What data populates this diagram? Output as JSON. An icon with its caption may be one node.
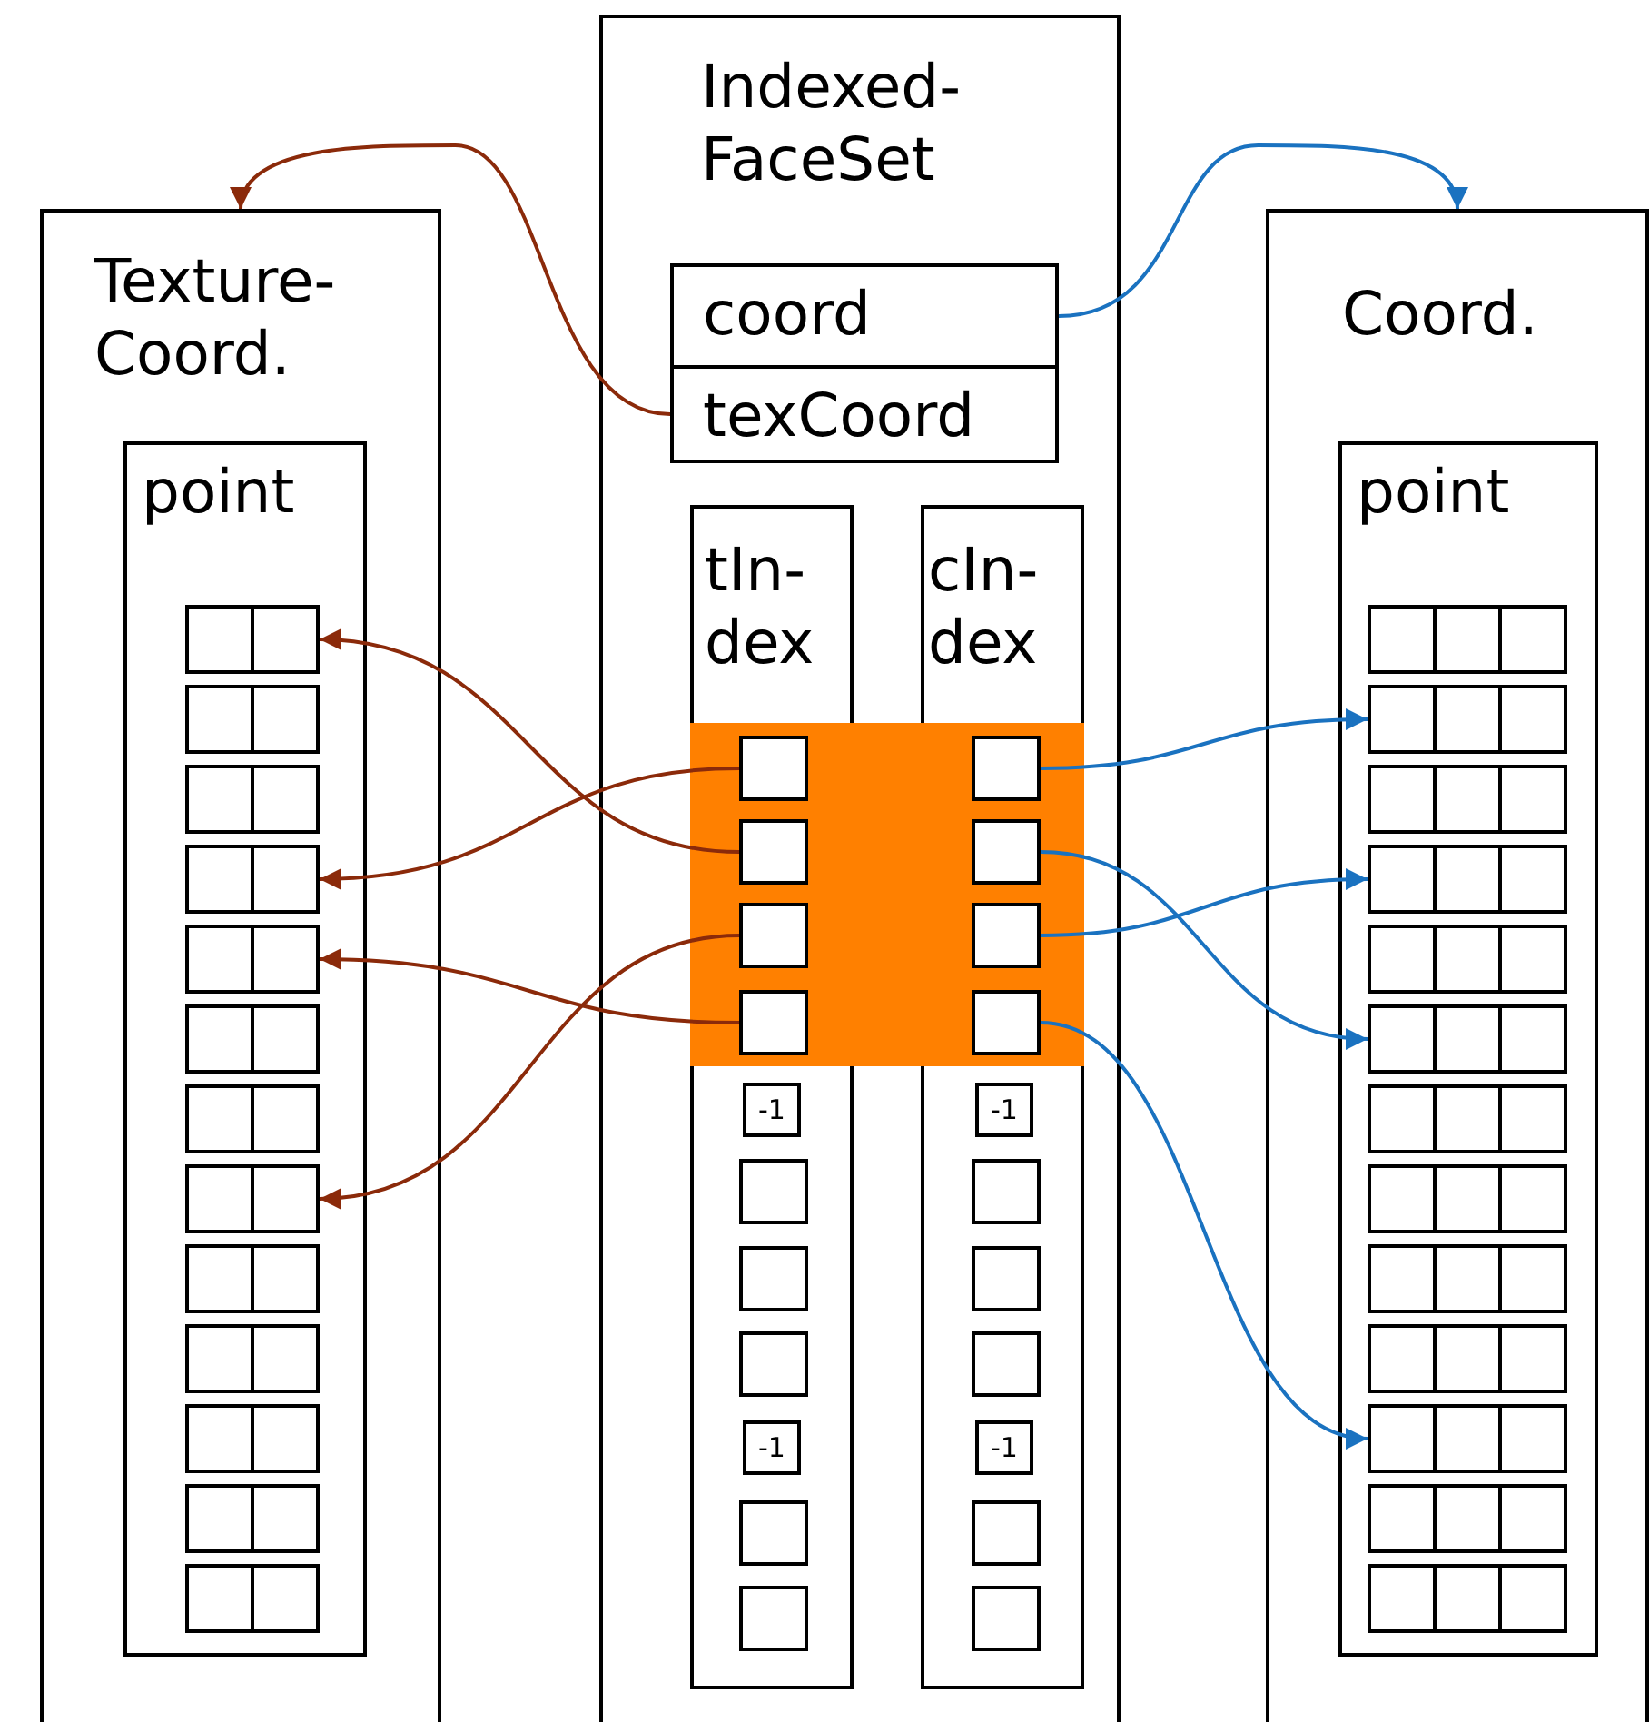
{
  "diagram": {
    "nodes": [
      {
        "text": [
          "Texture- Coord."
        ]
      },
      {
        "text": [
          "point"
        ],
        "in": 0
      },
      {
        "text": [],
        "shape": "box",
        "in": 1
      },
      {
        "text": [],
        "shape": "box",
        "in": 1
      },
      {
        "text": [],
        "shape": "box",
        "in": 1
      },
      {
        "text": [],
        "shape": "box",
        "in": 1
      },
      {
        "text": [],
        "shape": "box",
        "in": 1
      },
      {
        "text": [],
        "shape": "box",
        "in": 1
      },
      {
        "text": [],
        "shape": "box",
        "in": 1
      },
      {
        "text": [],
        "shape": "box",
        "in": 1
      },
      {
        "text": [],
        "shape": "box",
        "in": 1
      },
      {
        "text": [],
        "shape": "box",
        "in": 1
      },
      {
        "text": [],
        "shape": "box",
        "in": 1
      },
      {
        "text": [],
        "shape": "box",
        "in": 1
      },
      {
        "text": [],
        "shape": "box",
        "in": 1
      },
      {
        "text": [
          "Indexed- FaceSet"
        ]
      },
      {
        "text": [
          "coord"
        ],
        "in": 15
      },
      {
        "text": [
          "texCoord"
        ],
        "in": 15
      },
      {
        "text": [
          "tIn- dex"
        ],
        "in": 15
      },
      {
        "text": [],
        "shape": "box",
        "in": 18
      },
      {
        "text": [],
        "shape": "box",
        "in": 18
      },
      {
        "text": [],
        "shape": "box",
        "in": 18
      },
      {
        "text": [],
        "shape": "box",
        "in": 18
      },
      {
        "text": [
          "-1"
        ],
        "in": 18
      },
      {
        "text": [],
        "shape": "box",
        "in": 18
      },
      {
        "text": [],
        "shape": "box",
        "in": 18
      },
      {
        "text": [],
        "shape": "box",
        "in": 18
      },
      {
        "text": [
          "-1"
        ],
        "in": 18
      },
      {
        "text": [],
        "shape": "box",
        "in": 18
      },
      {
        "text": [],
        "shape": "box",
        "in": 18
      },
      {
        "text": [
          "cIn- dex"
        ],
        "in": 15
      },
      {
        "text": [],
        "shape": "box",
        "in": 30
      },
      {
        "text": [],
        "shape": "box",
        "in": 30
      },
      {
        "text": [],
        "shape": "box",
        "in": 30
      },
      {
        "text": [],
        "shape": "box",
        "in": 30
      },
      {
        "text": [
          "-1"
        ],
        "in": 30
      },
      {
        "text": [],
        "shape": "box",
        "in": 30
      },
      {
        "text": [],
        "shape": "box",
        "in": 30
      },
      {
        "text": [],
        "shape": "box",
        "in": 30
      },
      {
        "text": [
          "-1"
        ],
        "in": 30
      },
      {
        "text": [],
        "shape": "box",
        "in": 30
      },
      {
        "text": [],
        "shape": "box",
        "in": 30
      },
      {
        "text": [
          "Coord."
        ]
      },
      {
        "text": [
          "point"
        ],
        "in": 42
      },
      {
        "text": [],
        "shape": "box",
        "in": 43
      },
      {
        "text": [],
        "shape": "box",
        "in": 43
      },
      {
        "text": [],
        "shape": "box",
        "in": 43
      },
      {
        "text": [],
        "shape": "box",
        "in": 43
      },
      {
        "text": [],
        "shape": "box",
        "in": 43
      },
      {
        "text": [],
        "shape": "box",
        "in": 43
      },
      {
        "text": [],
        "shape": "box",
        "in": 43
      },
      {
        "text": [],
        "shape": "box",
        "in": 43
      },
      {
        "text": [],
        "shape": "box",
        "in": 43
      },
      {
        "text": [],
        "shape": "box",
        "in": 43
      },
      {
        "text": [],
        "shape": "box",
        "in": 43
      },
      {
        "text": [],
        "shape": "box",
        "in": 43
      },
      {
        "text": [],
        "shape": "box",
        "in": 43
      }
    ],
    "edges": [
      {
        "from": 17,
        "to": 0,
        "arrow": "to",
        "color": "#8b2a0a"
      },
      {
        "from": 16,
        "to": 42,
        "arrow": "to",
        "color": "#1a72c0"
      },
      {
        "from": 19,
        "to": 5,
        "arrow": "to",
        "color": "#8b2a0a"
      },
      {
        "from": 20,
        "to": 2,
        "arrow": "to",
        "color": "#8b2a0a"
      },
      {
        "from": 21,
        "to": 9,
        "arrow": "to",
        "color": "#8b2a0a"
      },
      {
        "from": 22,
        "to": 6,
        "arrow": "to",
        "color": "#8b2a0a"
      },
      {
        "from": 31,
        "to": 45,
        "arrow": "to",
        "color": "#1a72c0"
      },
      {
        "from": 32,
        "to": 49,
        "arrow": "to",
        "color": "#1a72c0"
      },
      {
        "from": 33,
        "to": 47,
        "arrow": "to",
        "color": "#1a72c0"
      },
      {
        "from": 34,
        "to": 54,
        "arrow": "to",
        "color": "#1a72c0"
      }
    ]
  }
}
